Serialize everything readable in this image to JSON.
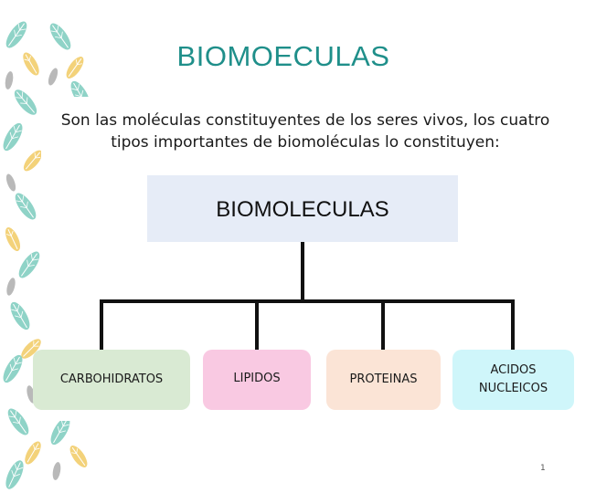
{
  "slide": {
    "title": "BIOMOECULAS",
    "intro": "Son las moléculas constituyentes de los seres vivos, los cuatro tipos importantes de biomoléculas lo constituyen:",
    "page_number": "1"
  },
  "diagram": {
    "root": "BIOMOLECULAS",
    "children": [
      {
        "label": "CARBOHIDRATOS",
        "color": "#d9ead3"
      },
      {
        "label": "LIPIDOS",
        "color": "#f9c9e2"
      },
      {
        "label": "PROTEINAS",
        "color": "#fbe4d6"
      },
      {
        "label": "ACIDOS NUCLEICOS",
        "color": "#cff6fa"
      }
    ]
  },
  "colors": {
    "title": "#1f8f8a",
    "root_box": "#e6ecf7",
    "connector": "#111111"
  },
  "decoration": {
    "left_border": "leaf-pattern"
  }
}
